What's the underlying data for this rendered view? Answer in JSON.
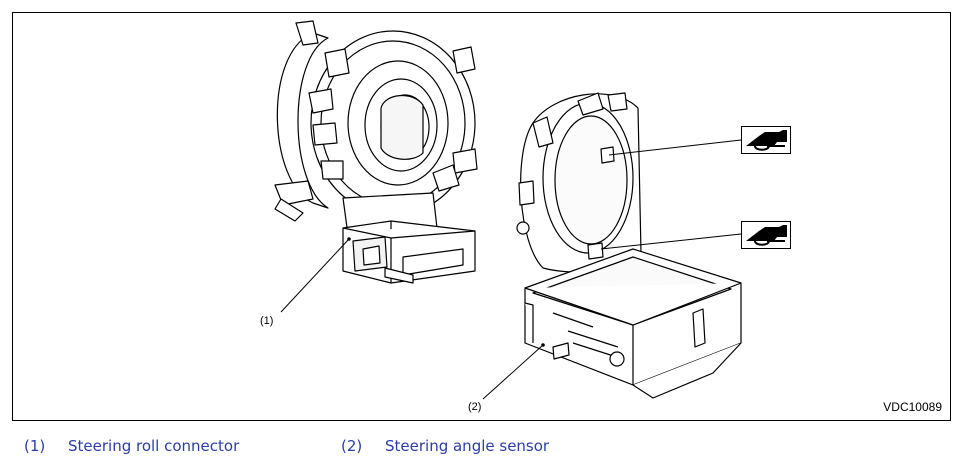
{
  "figure": {
    "id": "VDC10089",
    "callouts": [
      {
        "number": "(1)"
      },
      {
        "number": "(2)"
      }
    ],
    "icons": [
      "grease-gun-icon",
      "grease-gun-icon"
    ]
  },
  "legend": {
    "items": [
      {
        "number": "(1)",
        "label": "Steering roll connector"
      },
      {
        "number": "(2)",
        "label": "Steering angle sensor"
      }
    ],
    "text_color": "#2b3da8"
  }
}
